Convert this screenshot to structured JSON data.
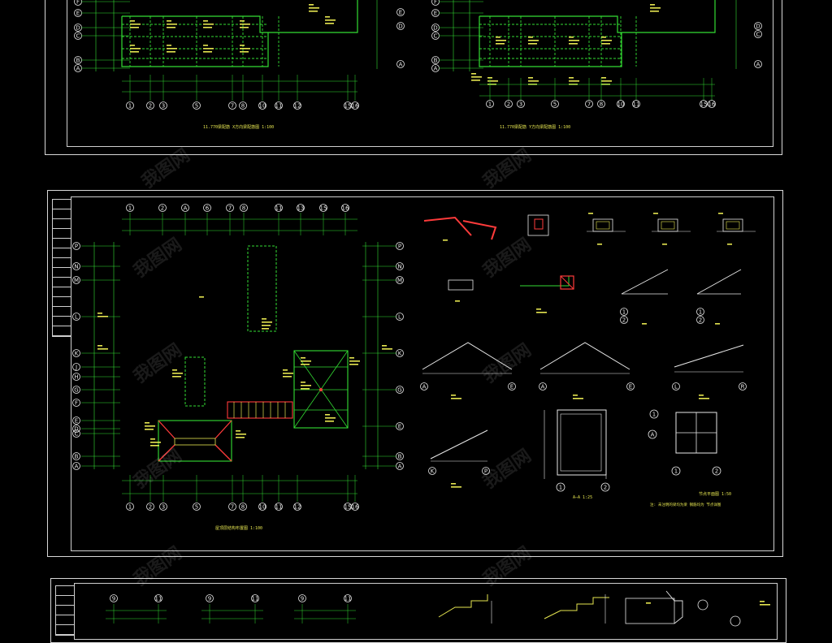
{
  "colors": {
    "background": "#000000",
    "frame": "#d8d8d8",
    "grid_line": "#33dd33",
    "dim_line": "#33dd33",
    "text": "#e6e650",
    "accent_red": "#ff3b3b",
    "axis_bubble": "#e8e8e8"
  },
  "watermark": "我图网",
  "sheet1": {
    "plan_left": {
      "row_axes": [
        "F",
        "E",
        "D",
        "C",
        "B",
        "A"
      ],
      "col_axes": [
        "1",
        "2",
        "3",
        "5",
        "7",
        "8",
        "10",
        "11",
        "12",
        "15",
        "16"
      ],
      "caption": "11.770梁配筋   X方向梁配筋图   1:100"
    },
    "plan_right": {
      "row_axes_left": [
        "F",
        "E",
        "D",
        "C",
        "B",
        "A"
      ],
      "row_axes_right": [
        "D",
        "C",
        "A"
      ],
      "col_axes": [
        "1",
        "2",
        "3",
        "5",
        "7",
        "8",
        "10",
        "11",
        "15",
        "16"
      ],
      "caption": "11.770梁配筋   Y方向梁配筋图   1:100"
    }
  },
  "sheet2": {
    "plan": {
      "top_axes": [
        "1",
        "2",
        "A",
        "6",
        "7",
        "8",
        "11",
        "13",
        "15",
        "16"
      ],
      "bottom_axes": [
        "1",
        "2",
        "3",
        "5",
        "7",
        "8",
        "10",
        "11",
        "12",
        "15",
        "16"
      ],
      "left_axes": [
        "P",
        "N",
        "M",
        "L",
        "K",
        "J",
        "H",
        "G",
        "F",
        "E",
        "D",
        "C",
        "B",
        "A"
      ],
      "right_axes": [
        "P",
        "N",
        "M",
        "L",
        "K",
        "G",
        "E",
        "B",
        "A"
      ],
      "caption": "屋顶层结构布置图   1:100"
    },
    "details": {
      "section_caption": "A—A   1:25",
      "node_caption": "节点平面图   1:50",
      "note": "注: 未注明的梁均为梁 钢筋均为 节点详图"
    }
  },
  "sheet3": {
    "axes": [
      "9",
      "11",
      "9",
      "11",
      "9",
      "11"
    ]
  }
}
